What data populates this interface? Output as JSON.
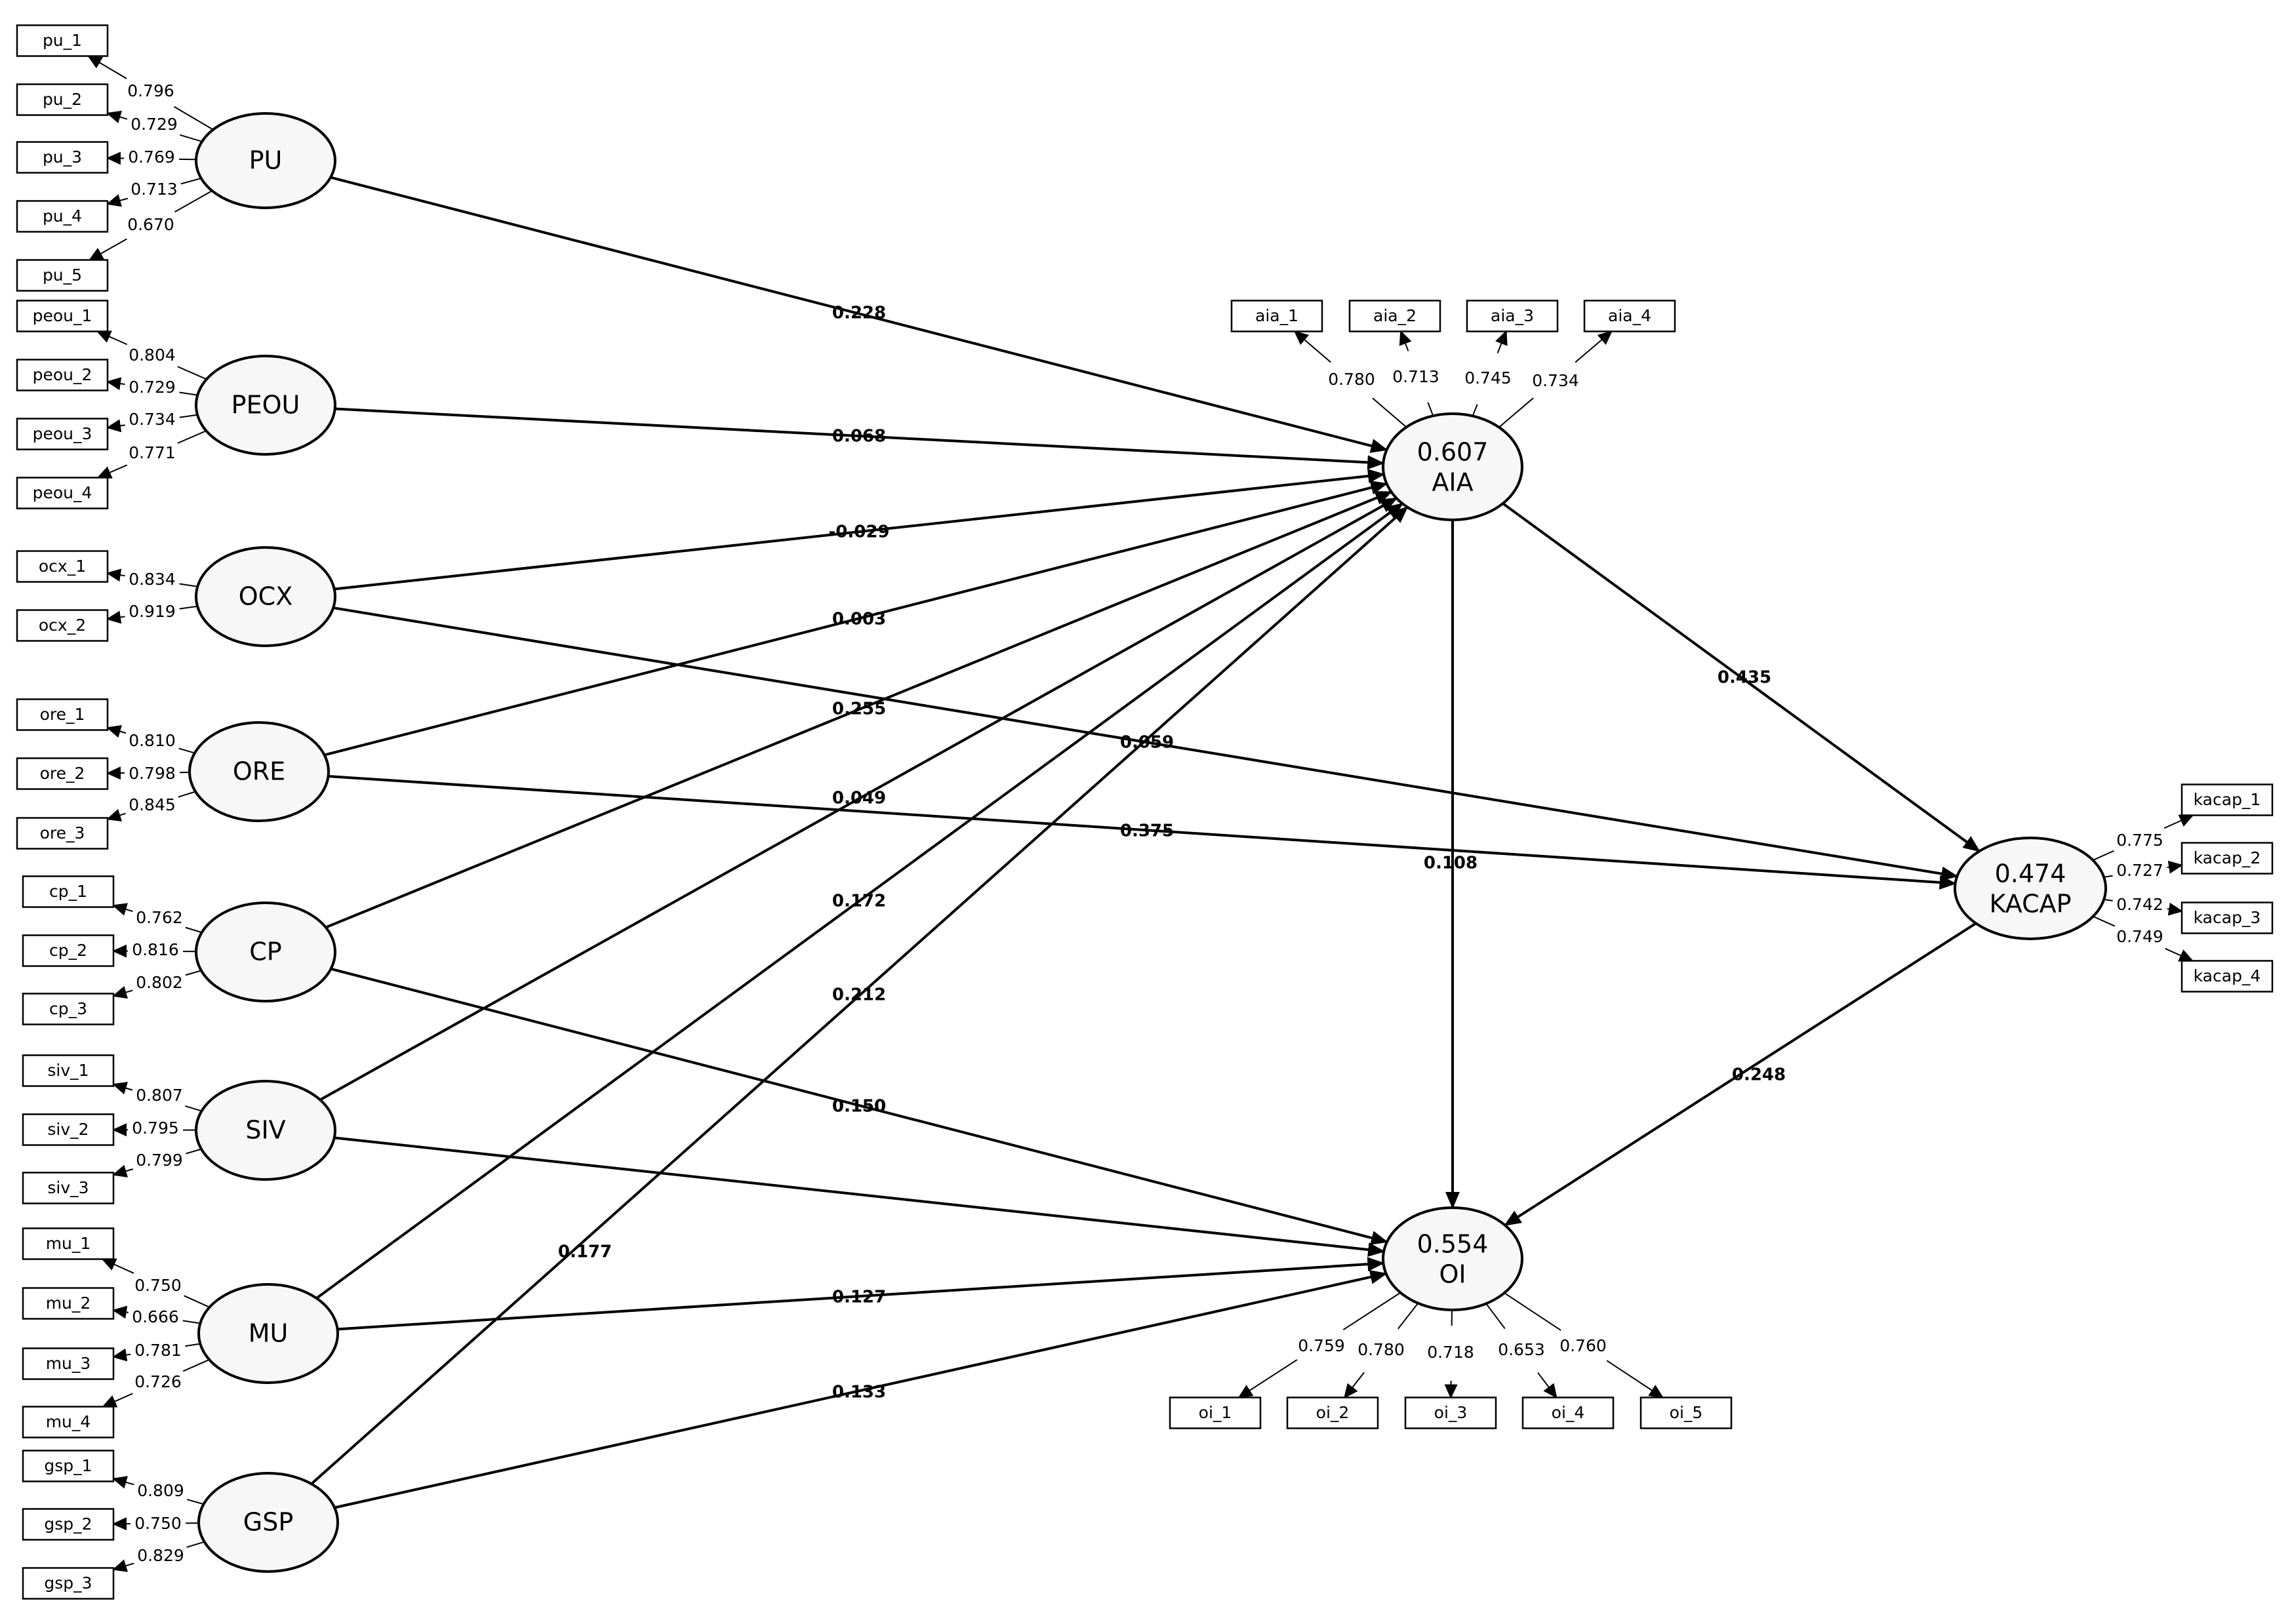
{
  "constructs": [
    {
      "id": "PU",
      "label": "PU"
    },
    {
      "id": "PEOU",
      "label": "PEOU"
    },
    {
      "id": "OCX",
      "label": "OCX"
    },
    {
      "id": "ORE",
      "label": "ORE"
    },
    {
      "id": "CP",
      "label": "CP"
    },
    {
      "id": "SIV",
      "label": "SIV"
    },
    {
      "id": "MU",
      "label": "MU"
    },
    {
      "id": "GSP",
      "label": "GSP"
    },
    {
      "id": "AIA",
      "label": "AIA",
      "r2": "0.607"
    },
    {
      "id": "KACAP",
      "label": "KACAP",
      "r2": "0.474"
    },
    {
      "id": "OI",
      "label": "OI",
      "r2": "0.554"
    }
  ],
  "indicators": [
    {
      "construct": "PU",
      "name": "pu_1",
      "loading": "0.796"
    },
    {
      "construct": "PU",
      "name": "pu_2",
      "loading": "0.729"
    },
    {
      "construct": "PU",
      "name": "pu_3",
      "loading": "0.769"
    },
    {
      "construct": "PU",
      "name": "pu_4",
      "loading": "0.713"
    },
    {
      "construct": "PU",
      "name": "pu_5",
      "loading": "0.670"
    },
    {
      "construct": "PEOU",
      "name": "peou_1",
      "loading": "0.804"
    },
    {
      "construct": "PEOU",
      "name": "peou_2",
      "loading": "0.729"
    },
    {
      "construct": "PEOU",
      "name": "peou_3",
      "loading": "0.734"
    },
    {
      "construct": "PEOU",
      "name": "peou_4",
      "loading": "0.771"
    },
    {
      "construct": "OCX",
      "name": "ocx_1",
      "loading": "0.834"
    },
    {
      "construct": "OCX",
      "name": "ocx_2",
      "loading": "0.919"
    },
    {
      "construct": "ORE",
      "name": "ore_1",
      "loading": "0.810"
    },
    {
      "construct": "ORE",
      "name": "ore_2",
      "loading": "0.798"
    },
    {
      "construct": "ORE",
      "name": "ore_3",
      "loading": "0.845"
    },
    {
      "construct": "CP",
      "name": "cp_1",
      "loading": "0.762"
    },
    {
      "construct": "CP",
      "name": "cp_2",
      "loading": "0.816"
    },
    {
      "construct": "CP",
      "name": "cp_3",
      "loading": "0.802"
    },
    {
      "construct": "SIV",
      "name": "siv_1",
      "loading": "0.807"
    },
    {
      "construct": "SIV",
      "name": "siv_2",
      "loading": "0.795"
    },
    {
      "construct": "SIV",
      "name": "siv_3",
      "loading": "0.799"
    },
    {
      "construct": "MU",
      "name": "mu_1",
      "loading": "0.750"
    },
    {
      "construct": "MU",
      "name": "mu_2",
      "loading": "0.666"
    },
    {
      "construct": "MU",
      "name": "mu_3",
      "loading": "0.781"
    },
    {
      "construct": "MU",
      "name": "mu_4",
      "loading": "0.726"
    },
    {
      "construct": "GSP",
      "name": "gsp_1",
      "loading": "0.809"
    },
    {
      "construct": "GSP",
      "name": "gsp_2",
      "loading": "0.750"
    },
    {
      "construct": "GSP",
      "name": "gsp_3",
      "loading": "0.829"
    },
    {
      "construct": "AIA",
      "name": "aia_1",
      "loading": "0.780"
    },
    {
      "construct": "AIA",
      "name": "aia_2",
      "loading": "0.713"
    },
    {
      "construct": "AIA",
      "name": "aia_3",
      "loading": "0.745"
    },
    {
      "construct": "AIA",
      "name": "aia_4",
      "loading": "0.734"
    },
    {
      "construct": "KACAP",
      "name": "kacap_1",
      "loading": "0.775"
    },
    {
      "construct": "KACAP",
      "name": "kacap_2",
      "loading": "0.727"
    },
    {
      "construct": "KACAP",
      "name": "kacap_3",
      "loading": "0.742"
    },
    {
      "construct": "KACAP",
      "name": "kacap_4",
      "loading": "0.749"
    },
    {
      "construct": "OI",
      "name": "oi_1",
      "loading": "0.759"
    },
    {
      "construct": "OI",
      "name": "oi_2",
      "loading": "0.780"
    },
    {
      "construct": "OI",
      "name": "oi_3",
      "loading": "0.718"
    },
    {
      "construct": "OI",
      "name": "oi_4",
      "loading": "0.653"
    },
    {
      "construct": "OI",
      "name": "oi_5",
      "loading": "0.760"
    }
  ],
  "paths": [
    {
      "from": "PU",
      "to": "AIA",
      "coef": "0.228"
    },
    {
      "from": "PEOU",
      "to": "AIA",
      "coef": "0.068"
    },
    {
      "from": "OCX",
      "to": "AIA",
      "coef": "-0.029"
    },
    {
      "from": "OCX",
      "to": "KACAP",
      "coef": "0.059"
    },
    {
      "from": "ORE",
      "to": "AIA",
      "coef": "0.003"
    },
    {
      "from": "ORE",
      "to": "KACAP",
      "coef": "0.375"
    },
    {
      "from": "CP",
      "to": "AIA",
      "coef": "0.255"
    },
    {
      "from": "CP",
      "to": "OI",
      "coef": "0.150"
    },
    {
      "from": "SIV",
      "to": "AIA",
      "coef": "0.049"
    },
    {
      "from": "SIV",
      "to": "OI",
      "coef": "0.150"
    },
    {
      "from": "MU",
      "to": "AIA",
      "coef": "0.172"
    },
    {
      "from": "MU",
      "to": "OI",
      "coef": "0.127"
    },
    {
      "from": "GSP",
      "to": "AIA",
      "coef": "0.212"
    },
    {
      "from": "GSP",
      "to": "OI",
      "coef": "0.133"
    },
    {
      "from": "AIA",
      "to": "KACAP",
      "coef": "0.435"
    },
    {
      "from": "AIA",
      "to": "OI",
      "coef": "0.108"
    },
    {
      "from": "KACAP",
      "to": "OI",
      "coef": "0.248"
    }
  ],
  "extra_labels": [
    "0.177"
  ]
}
